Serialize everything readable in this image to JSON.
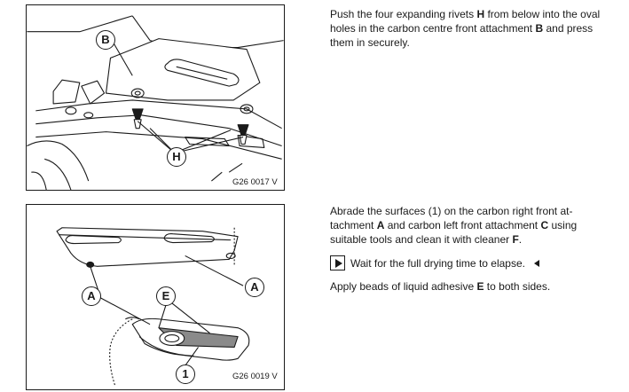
{
  "step1": {
    "figure_code": "G26 0017 V",
    "callouts": {
      "b": "B",
      "h": "H"
    },
    "text": {
      "t1": "Push the four expanding rivets ",
      "h": "H",
      "t2": " from below into the oval holes in the carbon centre front attachment ",
      "b": "B",
      "t3": " and press them in securely."
    }
  },
  "step2": {
    "figure_code": "G26 0019 V",
    "callouts": {
      "a1": "A",
      "a2": "A",
      "e": "E",
      "one": "1"
    },
    "text": {
      "t1": "Abrade the surfaces (1) on the carbon right front at-tachment ",
      "a": "A",
      "t2": " and carbon left front attachment ",
      "c": "C",
      "t3": " using suitable tools and clean it with cleaner ",
      "f": "F",
      "t4": "."
    },
    "note": "Wait for the full drying time to elapse.",
    "adhesive": {
      "t1": "Apply beads of liquid adhesive ",
      "e": "E",
      "t2": " to both sides."
    }
  },
  "icons": {
    "note": "play-triangle-icon",
    "end": "end-marker-icon"
  }
}
